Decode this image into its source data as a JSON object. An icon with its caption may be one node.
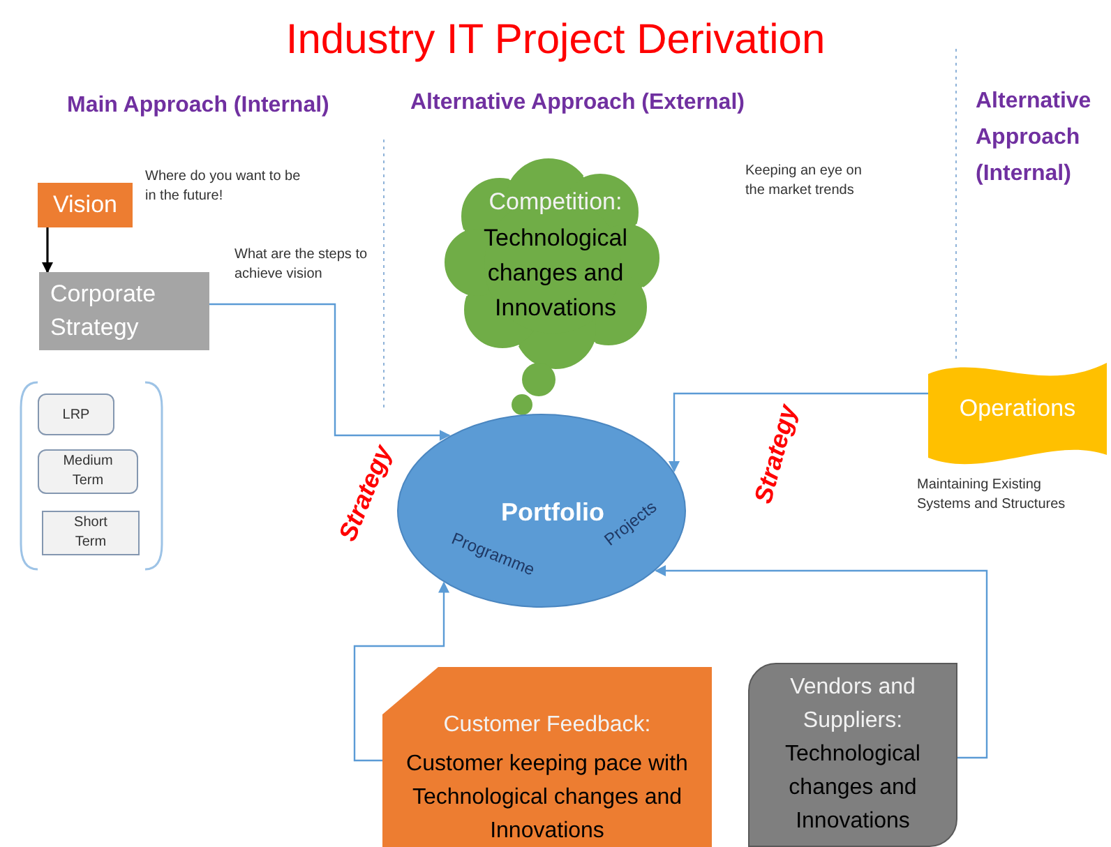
{
  "diagram": {
    "title": "Industry IT Project Derivation",
    "nodes": [
      {
        "text": [
          "Vision"
        ],
        "beside": [
          "Where do you want to be in the future!"
        ]
      },
      {
        "text": [
          "Corporate Strategy"
        ],
        "beside": [
          "What are the steps to achieve vision"
        ]
      },
      {
        "text": [],
        "shape": "box"
      },
      {
        "text": [
          "LRP"
        ],
        "in": 2
      },
      {
        "text": [
          "Medium Term"
        ],
        "in": 2
      },
      {
        "text": [
          "Short Term"
        ],
        "in": 2
      },
      {
        "text": [
          "Competition:",
          "Technological changes and Innovations"
        ]
      },
      {
        "text": [
          "Portfolio",
          "Programme",
          "Projects"
        ]
      },
      {
        "text": [
          "Operations"
        ],
        "beside": [
          "Maintaining Existing Systems and Structures"
        ]
      },
      {
        "text": [
          "Customer Feedback:",
          "Customer keeping pace with Technological changes and Innovations"
        ]
      },
      {
        "text": [
          "Vendors and Suppliers:",
          "Technological changes and Innovations"
        ]
      }
    ],
    "edges": [
      {
        "from": 0,
        "to": 1,
        "arrow": "to",
        "color": "#000000"
      },
      {
        "from": 1,
        "to": 7,
        "arrow": "to"
      },
      {
        "from": 8,
        "to": 7,
        "arrow": "to"
      },
      {
        "from": 9,
        "to": 7,
        "arrow": "to"
      },
      {
        "from": 10,
        "to": 7,
        "arrow": "to"
      }
    ],
    "labels": [
      "Main Approach (Internal)",
      "Alternative Approach (External)",
      "Alternative Approach (Internal)",
      "Keeping an eye on the market trends",
      "Strategy",
      "Strategy"
    ]
  }
}
